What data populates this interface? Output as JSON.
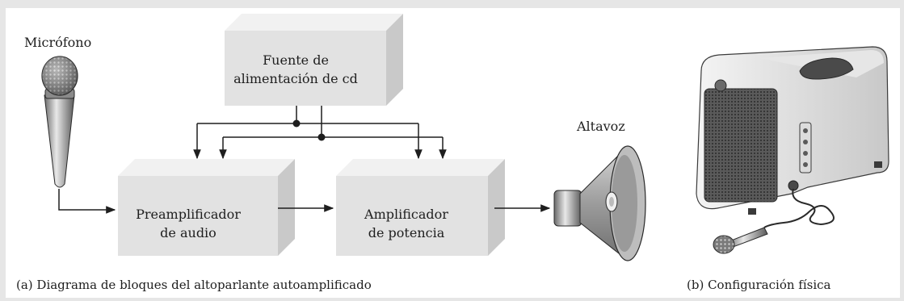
{
  "labels": {
    "microphone": "Micrófono",
    "power_supply_line1": "Fuente de",
    "power_supply_line2": "alimentación de cd",
    "preamp_line1": "Preamplificador",
    "preamp_line2": "de audio",
    "amp_line1": "Amplificador",
    "amp_line2": "de potencia",
    "speaker": "Altavoz"
  },
  "captions": {
    "a": "(a) Diagrama de bloques del altoparlante autoamplificado",
    "b": "(b) Configuración física"
  },
  "colors": {
    "block_front": "#e2e2e2",
    "block_side": "#c9c9c9",
    "block_top": "#f0f0f0",
    "line": "#1e1e1e"
  }
}
